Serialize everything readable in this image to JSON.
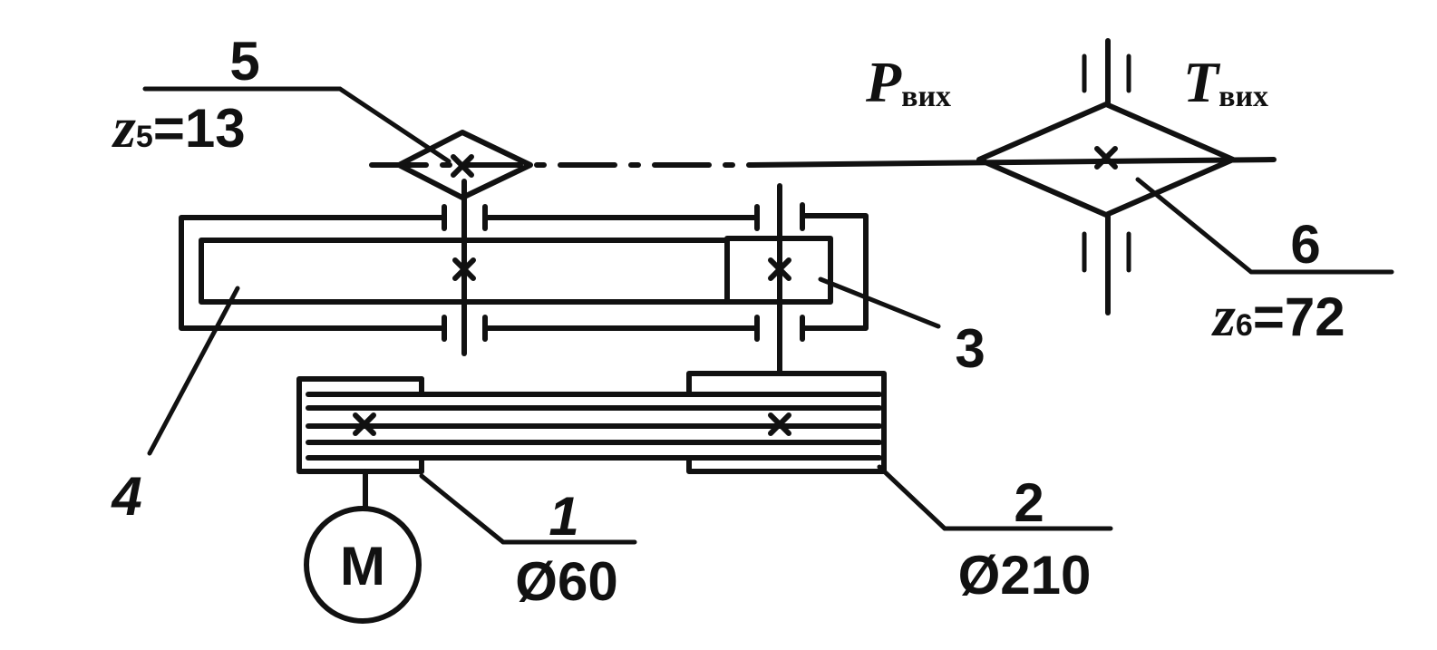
{
  "labels": {
    "item1": {
      "num": "1",
      "value": "Ø60"
    },
    "item2": {
      "num": "2",
      "value": "Ø210"
    },
    "item3": {
      "num": "3"
    },
    "item4": {
      "num": "4"
    },
    "item5": {
      "num": "5",
      "z": "z",
      "z_sub": "5",
      "z_value": "=13"
    },
    "item6": {
      "num": "6",
      "z": "z",
      "z_sub": "6",
      "z_value": "=72"
    },
    "motor": "M",
    "power_out": {
      "symbol": "P",
      "sub": "вих"
    },
    "torque_out": {
      "symbol": "T",
      "sub": "вих"
    }
  }
}
